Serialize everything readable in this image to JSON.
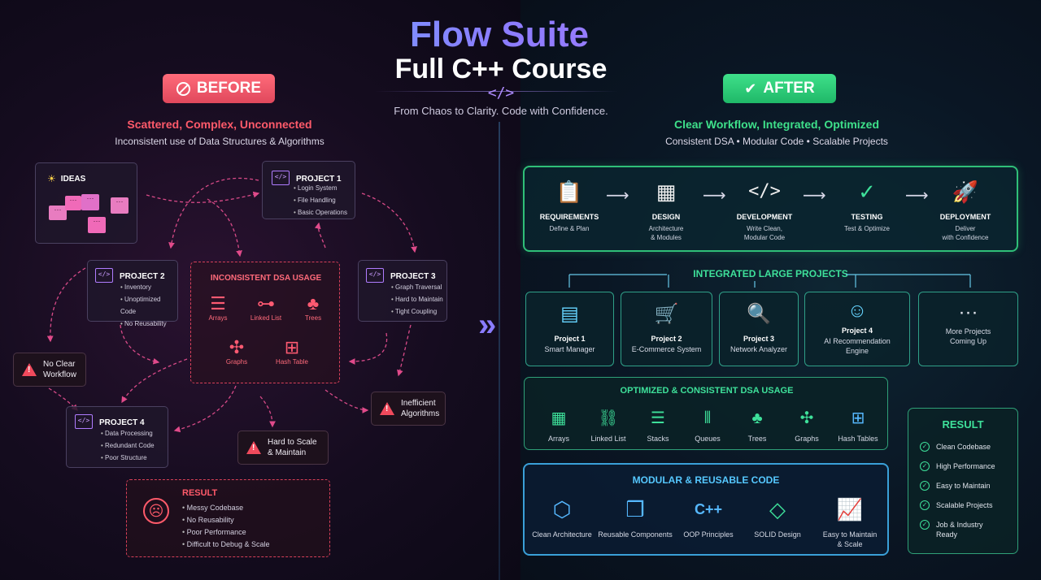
{
  "header": {
    "title": "Flow Suite",
    "subtitle": "Full C++ Course",
    "code_glyph": "</>",
    "tagline": "From Chaos to Clarity. Code with Confidence."
  },
  "before": {
    "badge": "BEFORE",
    "heading": "Scattered, Complex, Unconnected",
    "subheading": "Inconsistent use of Data Structures & Algorithms",
    "ideas_label": "IDEAS",
    "projects": [
      {
        "title": "PROJECT 1",
        "items": [
          "Login System",
          "File Handling",
          "Basic Operations"
        ]
      },
      {
        "title": "PROJECT 2",
        "items": [
          "Inventory",
          "Unoptimized Code",
          "No Reusability"
        ]
      },
      {
        "title": "PROJECT 3",
        "items": [
          "Graph Traversal",
          "Hard to Maintain",
          "Tight Coupling"
        ]
      },
      {
        "title": "PROJECT 4",
        "items": [
          "Data Processing",
          "Redundant Code",
          "Poor Structure"
        ]
      }
    ],
    "dsa": {
      "title": "INCONSISTENT DSA USAGE",
      "items": [
        "Arrays",
        "Linked List",
        "Trees",
        "Graphs",
        "Hash Table"
      ]
    },
    "warnings": {
      "no_clear_workflow": [
        "No Clear",
        "Workflow"
      ],
      "hard_to_scale": [
        "Hard to Scale",
        "& Maintain"
      ],
      "inefficient": [
        "Inefficient",
        "Algorithms"
      ]
    },
    "result": {
      "title": "RESULT",
      "items": [
        "Messy Codebase",
        "No Reusability",
        "Poor Performance",
        "Difficult to Debug & Scale"
      ]
    }
  },
  "after": {
    "badge": "AFTER",
    "heading": "Clear Workflow, Integrated, Optimized",
    "subheading": "Consistent DSA • Modular Code • Scalable Projects",
    "workflow": [
      {
        "title": "REQUIREMENTS",
        "desc": [
          "Define & Plan"
        ],
        "icon": "clipboard-icon"
      },
      {
        "title": "DESIGN",
        "desc": [
          "Architecture",
          "& Modules"
        ],
        "icon": "blueprint-icon"
      },
      {
        "title": "DEVELOPMENT",
        "desc": [
          "Write Clean,",
          "Modular Code"
        ],
        "icon": "code-icon"
      },
      {
        "title": "TESTING",
        "desc": [
          "Test & Optimize"
        ],
        "icon": "check-circle-icon"
      },
      {
        "title": "DEPLOYMENT",
        "desc": [
          "Deliver",
          "with Confidence"
        ],
        "icon": "rocket-icon"
      }
    ],
    "projects_title": "INTEGRATED LARGE PROJECTS",
    "projects": [
      {
        "name": "Project 1",
        "desc": [
          "Smart Manager"
        ],
        "icon": "dashboard-icon"
      },
      {
        "name": "Project 2",
        "desc": [
          "E-Commerce System"
        ],
        "icon": "cart-icon"
      },
      {
        "name": "Project 3",
        "desc": [
          "Network Analyzer"
        ],
        "icon": "magnifier-icon"
      },
      {
        "name": "Project 4",
        "desc": [
          "AI Recommendation",
          "Engine"
        ],
        "icon": "robot-icon"
      },
      {
        "name": "",
        "desc": [
          "More Projects",
          "Coming Up"
        ],
        "icon": "ellipsis-icon"
      }
    ],
    "dsa_title": "OPTIMIZED & CONSISTENT DSA USAGE",
    "dsa": [
      "Arrays",
      "Linked List",
      "Stacks",
      "Queues",
      "Trees",
      "Graphs",
      "Hash Tables"
    ],
    "modular_title": "MODULAR & REUSABLE CODE",
    "modular": [
      [
        "Clean Architecture"
      ],
      [
        "Reusable Components"
      ],
      [
        "OOP Principles"
      ],
      [
        "SOLID Design"
      ],
      [
        "Easy to Maintain",
        "& Scale"
      ]
    ],
    "cpp_glyph": "C++",
    "result": {
      "title": "RESULT",
      "items": [
        [
          "Clean Codebase"
        ],
        [
          "High Performance"
        ],
        [
          "Easy to Maintain"
        ],
        [
          "Scalable Projects"
        ],
        [
          "Job & Industry",
          "Ready"
        ]
      ]
    }
  },
  "colors": {
    "before_accent": "#ff5a6a",
    "after_accent": "#3ee08a",
    "blue_accent": "#3aa0d8"
  }
}
